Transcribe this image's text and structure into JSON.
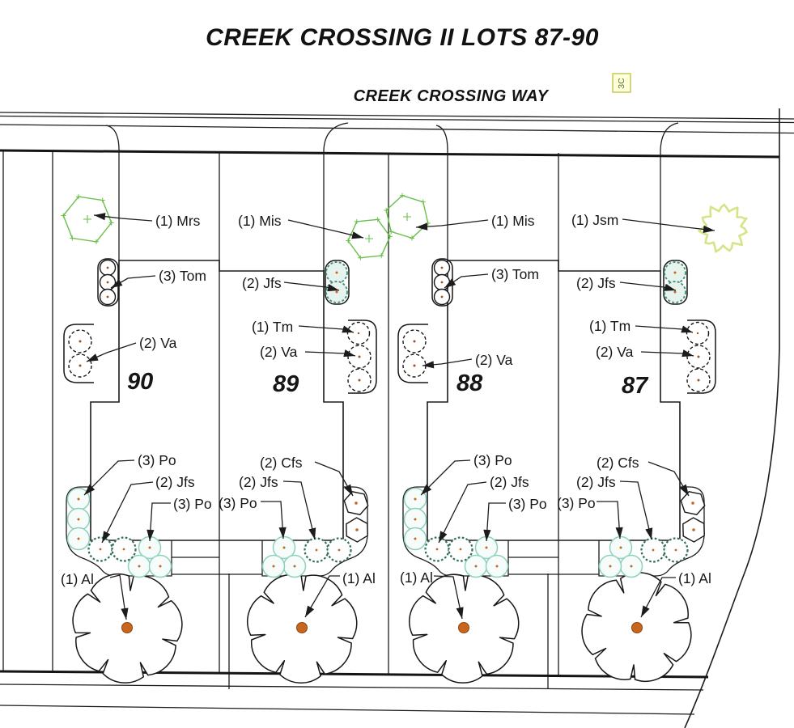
{
  "title": "CREEK CROSSING II LOTS 87-90",
  "street": {
    "name": "CREEK CROSSING WAY"
  },
  "sheet_tag": "3C",
  "colors": {
    "line": "#1c1c1c",
    "po_stroke": "#8ed0bf",
    "po_fill": "#f6fcfa",
    "jfs_rear_stroke": "#336f58",
    "jfs_front_stroke": "#47917a",
    "jfs_front_fill": "#e7f4ee",
    "hex_green": "#6abf49",
    "jsm_green": "#d6e488",
    "center_dot": "#a05020",
    "tree_dot": "#c9661d"
  },
  "lots": [
    {
      "number": "90",
      "labels": [
        "(1) Mrs",
        "(3) Tom",
        "(2) Va",
        "(3) Po",
        "(2) Jfs",
        "(3) Po",
        "(1) Al"
      ]
    },
    {
      "number": "89",
      "labels": [
        "(1) Mis",
        "(2) Jfs",
        "(1) Tm",
        "(2) Va",
        "(2) Cfs",
        "(2) Jfs",
        "(3) Po",
        "(1) Al"
      ]
    },
    {
      "number": "88",
      "labels": [
        "(1) Mis",
        "(3) Tom",
        "(2) Va",
        "(3) Po",
        "(2) Jfs",
        "(3) Po",
        "(1) Al"
      ]
    },
    {
      "number": "87",
      "labels": [
        "(1) Jsm",
        "(2) Jfs",
        "(1) Tm",
        "(2) Va",
        "(2) Cfs",
        "(2) Jfs",
        "(3) Po",
        "(1) Al"
      ]
    }
  ]
}
